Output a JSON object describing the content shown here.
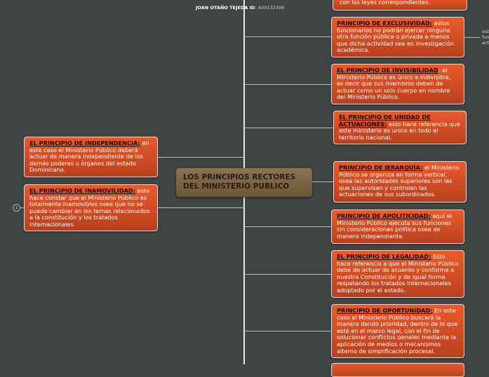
{
  "header": {
    "author": "JOAN OTAÑO TEJEDA ID",
    "id": ": A00132399"
  },
  "center": {
    "title": "LOS PRINCIPIOS RECTORES DEL MINISTERIO PUBLICO"
  },
  "right": [
    {
      "title": "",
      "text": "con las leyes correspondientes."
    },
    {
      "title": "PRINCIPIO DE EXCLUSIVIDAD:",
      "text": " estos funcionarios  no podrán ejercer ninguna otra función pública o privada  a menos que dicha actividad sea en investigación académica."
    },
    {
      "title": "EL PRINCIPIO DE INVISIBILIDAD",
      "text": ": el Ministerio Público es único e indivisible, es decir que sus miembros deben de actuar como un solo cuerpo en nombre del Ministerio Público."
    },
    {
      "title": "EL PRINCIPIO DE UNIDAD DE ACTUACIONES:",
      "text": " esto hace referencia que este ministerio es unico en todo el territorio nacional."
    },
    {
      "title": "PRINCIPIO DE JERARQUÍA:",
      "text": " el Ministerio Público  se  organiza  en forma vertical, osea las autoridades superiores son las que supervisan y controlan las actuaciones de sus subordinados."
    },
    {
      "title": "PRINCIPIO DE APOLITICIDAD:",
      "text": " aquí el Ministerio Público ejecuta sus funciones sin consideraciones politica osea de manera independiente."
    },
    {
      "title": "EL PRINCIPIO DE LEGALIDAD:",
      "text": " Esto hace referencia a que el Ministerio Público debe de actuar de acuerdo y conforme a nuestra Constitución  y de igual forma respetando los tratados Internacionales adoptado por el estado."
    },
    {
      "title": "PRINCIPIO DE OPORTUNIDAD:",
      "text": " En este caso el Ministerio Público  buscará la manera dando prioridad, dentro de lo que esté en el marco legal, con el fin de solucionar conflictos penales mediante la aplicación de medios o mecanismos alterno de simplificación procesal."
    }
  ],
  "left": [
    {
      "title": "EL PRINCIPIO DE INDEPENDENCIA:",
      "text": " en este caso el Ministerio Público deberá actuar de manera independiente de los demás poderes u órganos del estado Dominicano."
    },
    {
      "title": "EL PRINCIPIO DE INAMOVILIDAD:",
      "text": " esto hace constar que el Ministerio Público es totalmente inamovibles osea que no se puede cambiar en los temas relacionados a la constitución y los tratados internacionales."
    }
  ],
  "side_fragment": [
    "est",
    "fun",
    "act"
  ],
  "collapse_badge": "1"
}
